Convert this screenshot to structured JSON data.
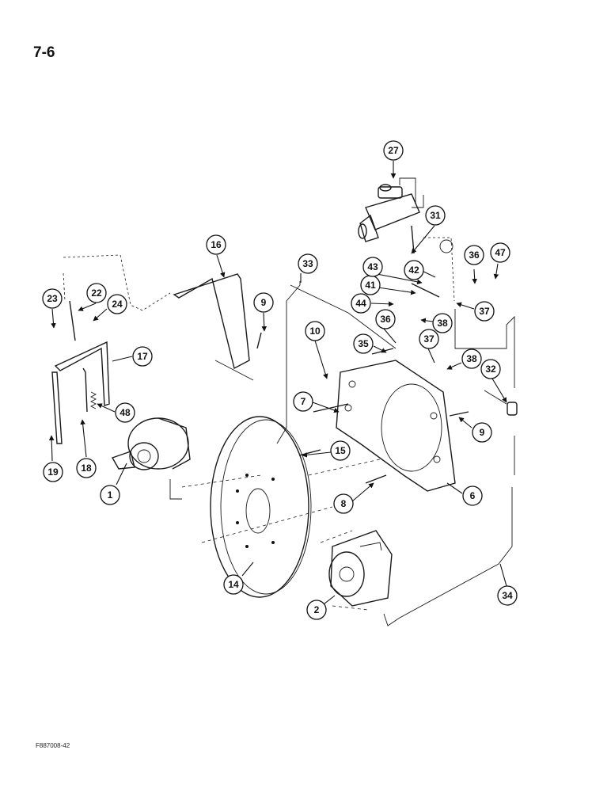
{
  "page": {
    "number": "7-6",
    "figure_code": "F887008-42"
  },
  "colors": {
    "ink": "#1a1a1a",
    "paper": "#ffffff"
  },
  "callouts": [
    "1",
    "2",
    "6",
    "7",
    "8",
    "9",
    "9",
    "10",
    "14",
    "15",
    "16",
    "17",
    "18",
    "19",
    "22",
    "23",
    "24",
    "27",
    "31",
    "32",
    "33",
    "34",
    "35",
    "36",
    "36",
    "37",
    "37",
    "38",
    "38",
    "41",
    "42",
    "43",
    "44",
    "47",
    "48"
  ]
}
